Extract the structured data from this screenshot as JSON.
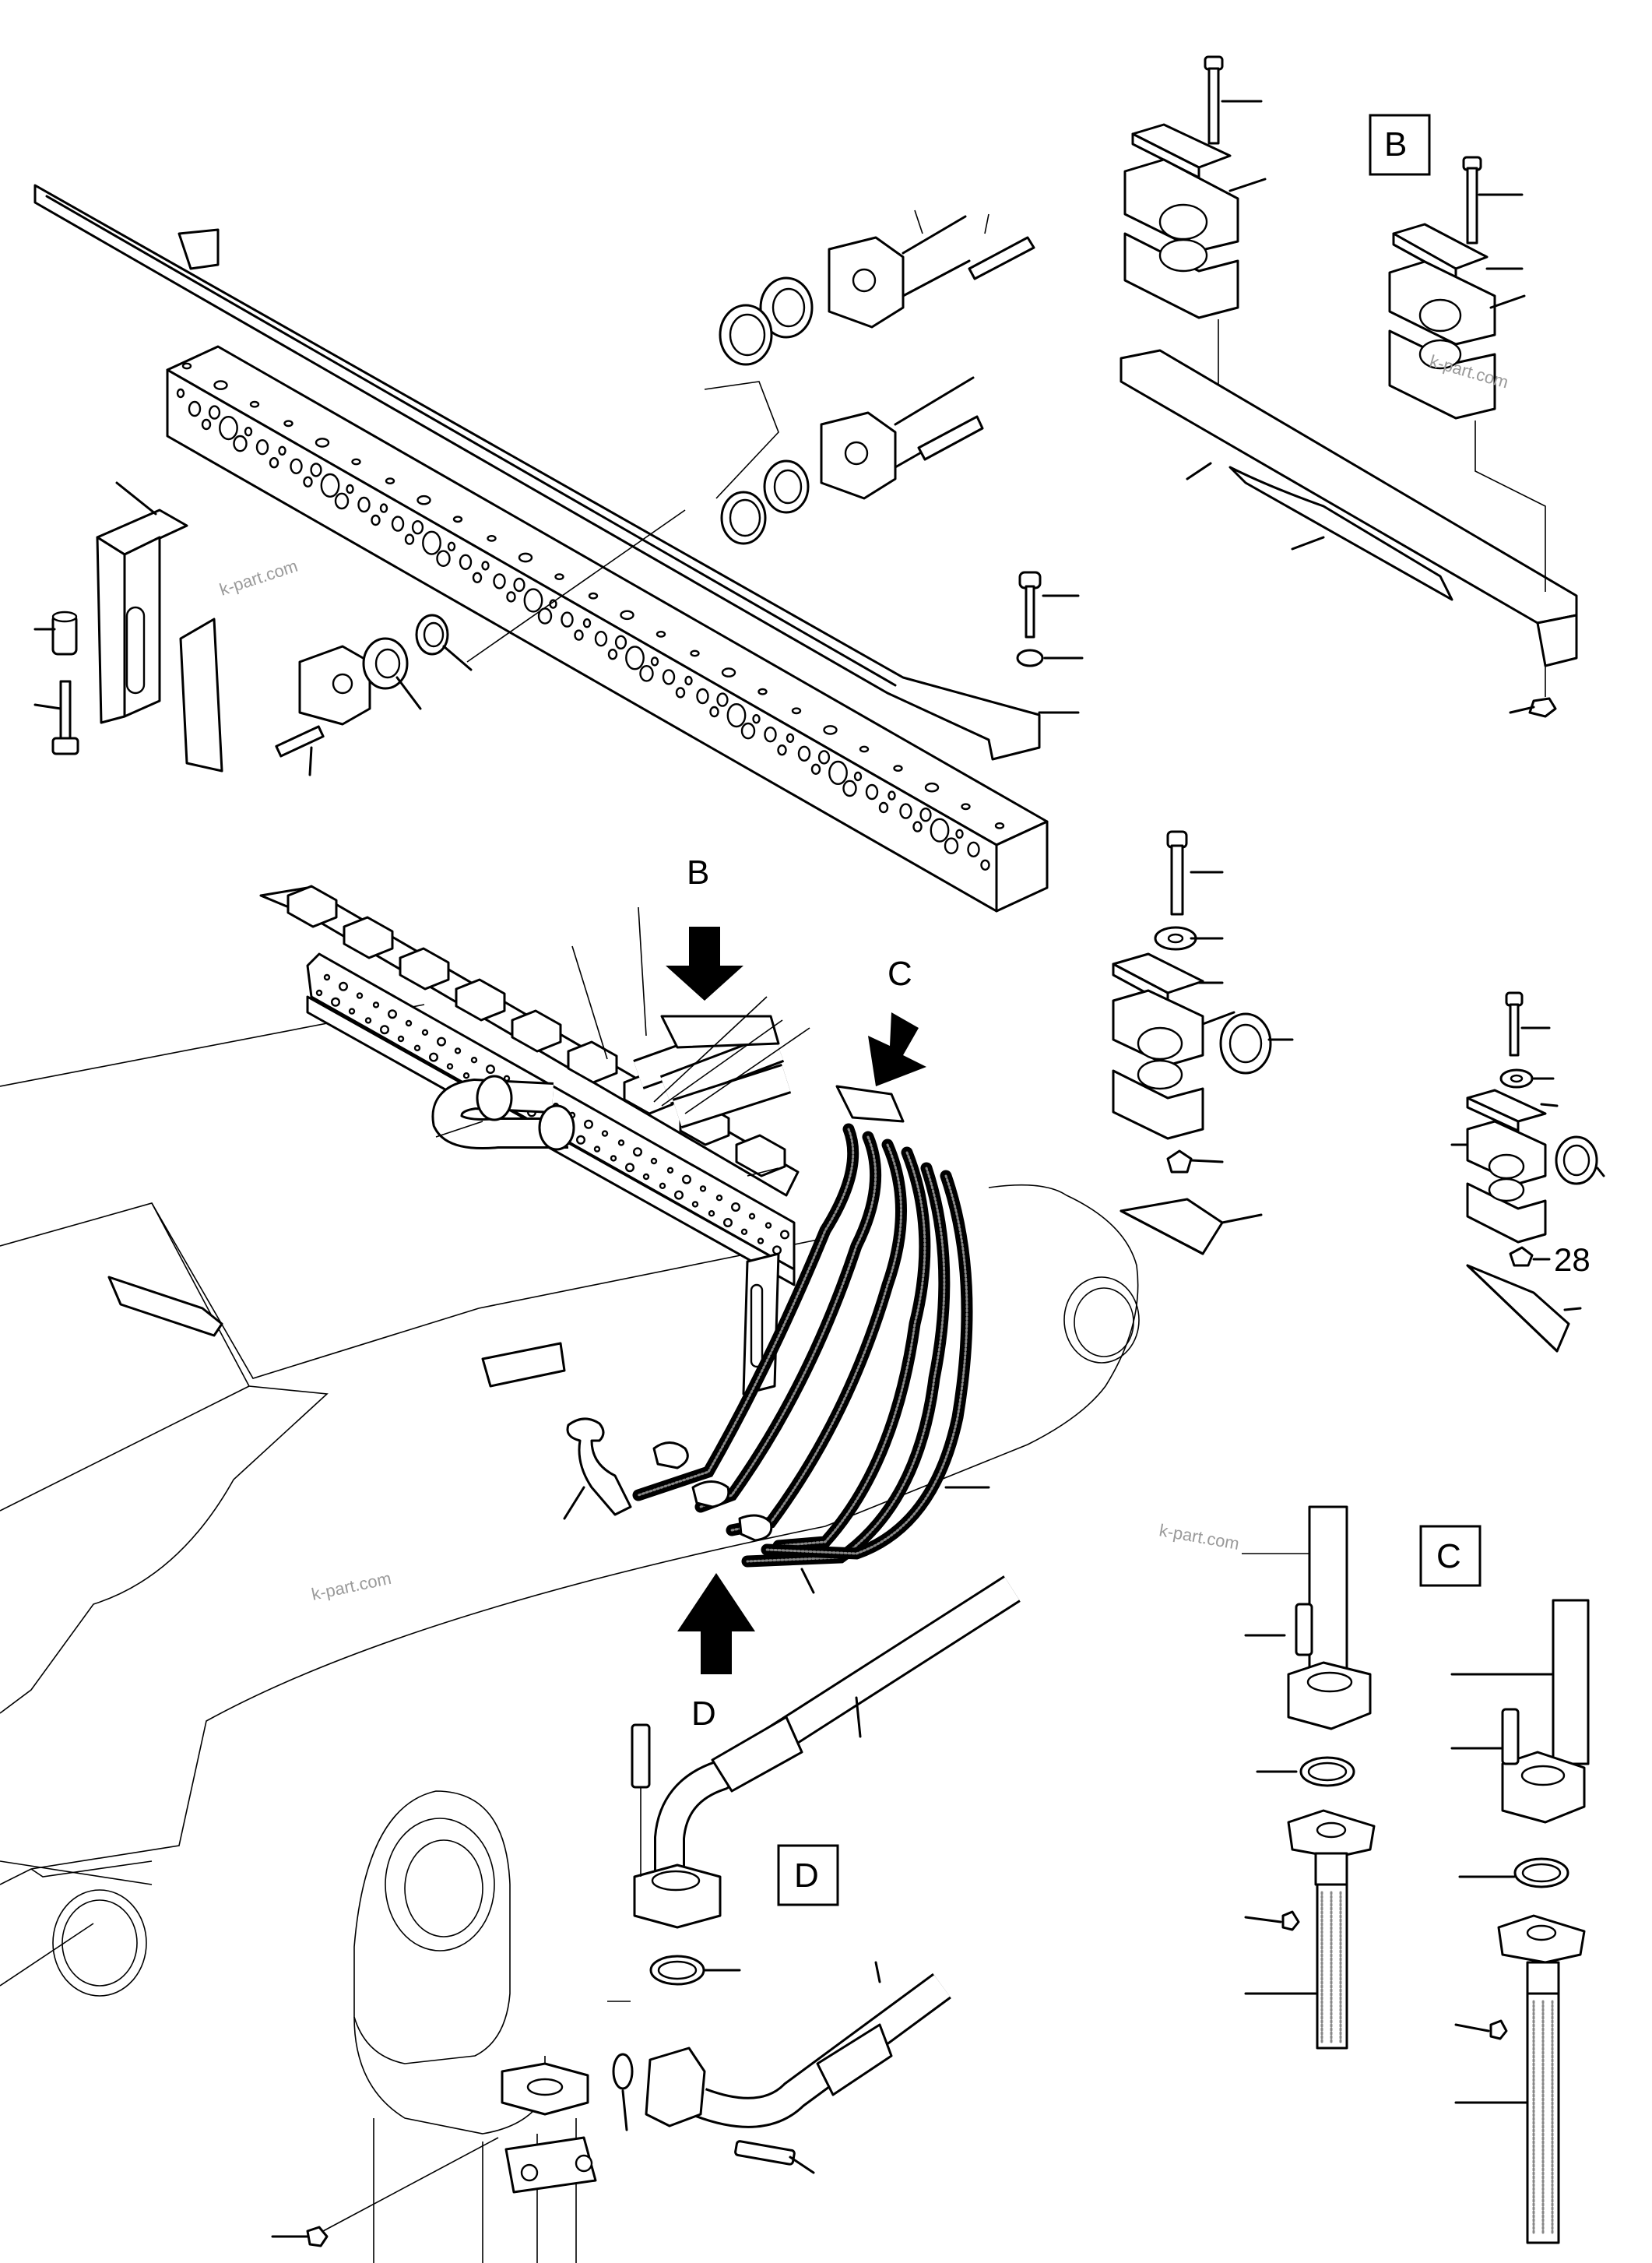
{
  "callouts": {
    "b_arrow": "B",
    "c_arrow": "C",
    "d_arrow": "D",
    "b_box": "B",
    "c_box": "C",
    "d_box": "D"
  },
  "item_numbers": {
    "n28": "28"
  },
  "watermarks": {
    "wm1": "k-part.com",
    "wm2": "k-part.com",
    "wm3": "k-part.com",
    "wm4": "k-part.com"
  }
}
